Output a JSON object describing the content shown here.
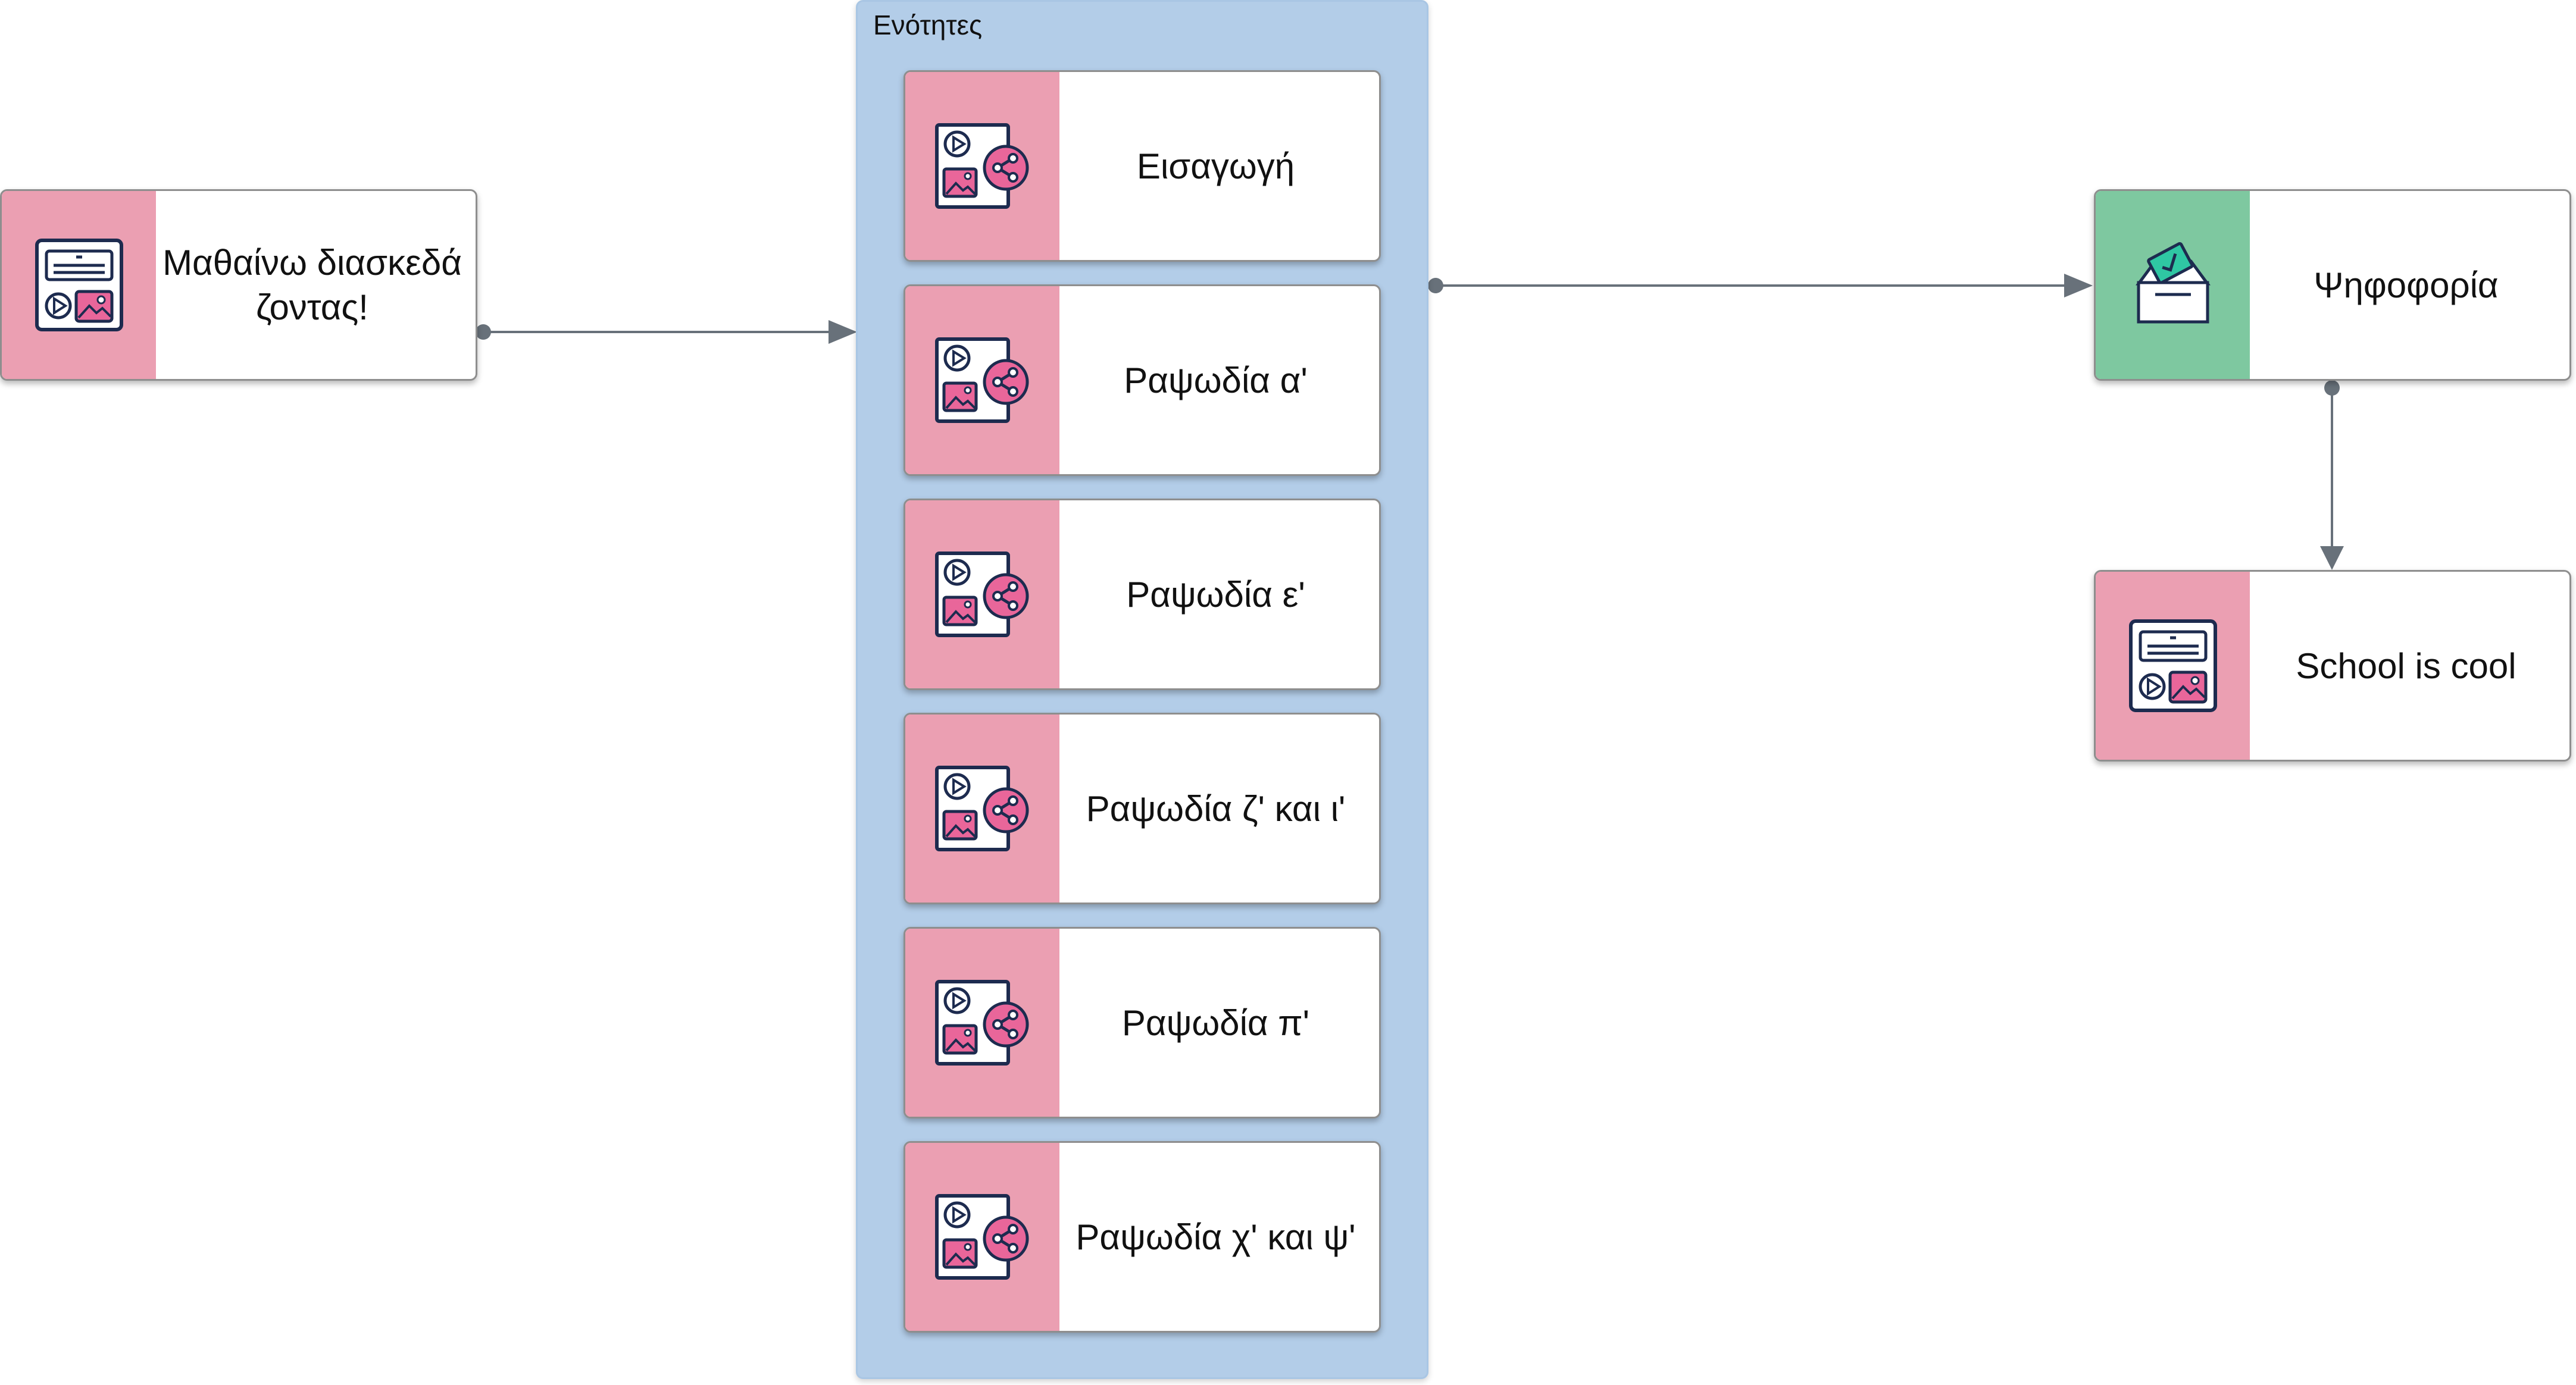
{
  "colors": {
    "module_pink": "#eb9fb2",
    "vote_green": "#7ec8a0",
    "group_blue": "#b3cde8",
    "connector": "#68717a"
  },
  "start_node": {
    "label": "Μαθαίνω διασκεδάζοντας!",
    "icon": "layout-media-icon"
  },
  "group": {
    "title": "Ενότητες",
    "items": [
      {
        "label": "Εισαγωγή",
        "icon": "media-share-icon"
      },
      {
        "label": "Ραψωδία α'",
        "icon": "media-share-icon"
      },
      {
        "label": "Ραψωδία ε'",
        "icon": "media-share-icon"
      },
      {
        "label": "Ραψωδία ζ' και ι'",
        "icon": "media-share-icon"
      },
      {
        "label": "Ραψωδία π'",
        "icon": "media-share-icon"
      },
      {
        "label": "Ραψωδία χ' και ψ'",
        "icon": "media-share-icon"
      }
    ]
  },
  "vote_node": {
    "label": "Ψηφοφορία",
    "icon": "ballot-box-icon"
  },
  "end_node": {
    "label": "School is cool",
    "icon": "layout-media-icon"
  }
}
